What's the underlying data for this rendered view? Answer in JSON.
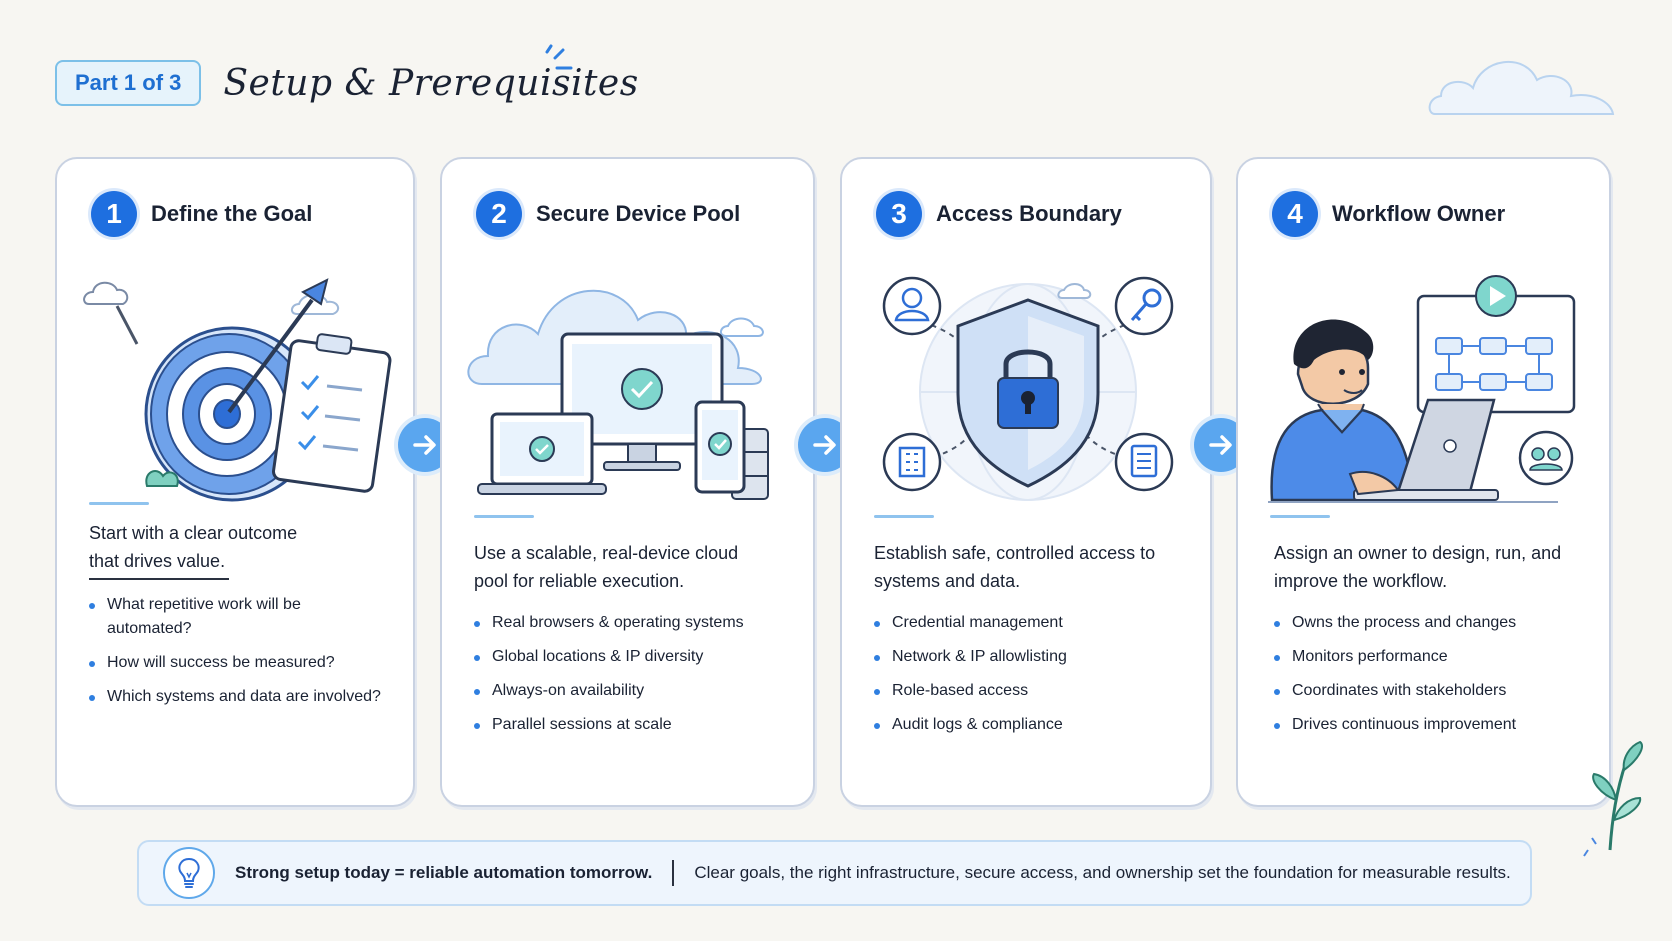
{
  "header": {
    "part_label": "Part 1 of 3",
    "title": "Setup & Prerequisites"
  },
  "steps": [
    {
      "number": "1",
      "title": "Define the Goal",
      "lead": "Start with a clear outcome that drives value.",
      "bullets": [
        "What repetitive work will be automated?",
        "How will success be measured?",
        "Which systems and data are involved?"
      ]
    },
    {
      "number": "2",
      "title": "Secure Device Pool",
      "lead": "Use a scalable, real-device cloud pool for reliable execution.",
      "bullets": [
        "Real browsers & operating systems",
        "Global locations & IP diversity",
        "Always-on availability",
        "Parallel sessions at scale"
      ]
    },
    {
      "number": "3",
      "title": "Access Boundary",
      "lead": "Establish safe, controlled access to systems and data.",
      "bullets": [
        "Credential management",
        "Network & IP allowlisting",
        "Role-based access",
        "Audit logs & compliance"
      ]
    },
    {
      "number": "4",
      "title": "Workflow Owner",
      "lead": "Assign an owner to design, run, and improve the workflow.",
      "bullets": [
        "Owns the process and changes",
        "Monitors performance",
        "Coordinates with stakeholders",
        "Drives continuous improvement"
      ]
    }
  ],
  "footer": {
    "strong": "Strong setup today = reliable automation tomorrow.",
    "text": "Clear goals, the right infrastructure, secure access, and ownership set the foundation for measurable results."
  },
  "colors": {
    "accent": "#1e6fe0",
    "arrow": "#5aa6ef",
    "card_border": "#c9d2e2"
  },
  "icons": [
    "target-icon",
    "clipboard-icon",
    "devices-icon",
    "shield-lock-icon",
    "user-icon",
    "key-icon",
    "building-icon",
    "document-icon",
    "person-laptop-icon",
    "flowchart-icon",
    "team-icon",
    "lightbulb-icon",
    "arrow-right-icon"
  ]
}
